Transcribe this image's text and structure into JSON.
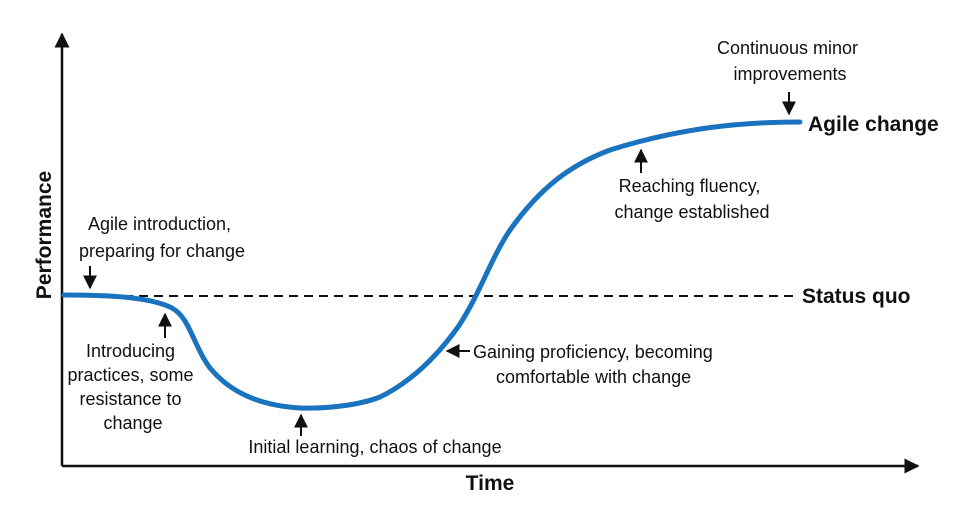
{
  "diagram": {
    "axes": {
      "x_label": "Time",
      "y_label": "Performance"
    },
    "curve_color": "#1a73be",
    "baseline_label": "Status quo",
    "end_label": "Agile change",
    "annotations": {
      "intro": [
        "Agile introduction,",
        "preparing for change"
      ],
      "practices": [
        "Introducing",
        "practices, some",
        "resistance to",
        "change"
      ],
      "learning": [
        "Initial learning, chaos of change"
      ],
      "proficiency": [
        "Gaining proficiency, becoming",
        "comfortable with change"
      ],
      "fluency": [
        "Reaching fluency,",
        "change established"
      ],
      "continuous": [
        "Continuous minor",
        "improvements"
      ]
    }
  }
}
